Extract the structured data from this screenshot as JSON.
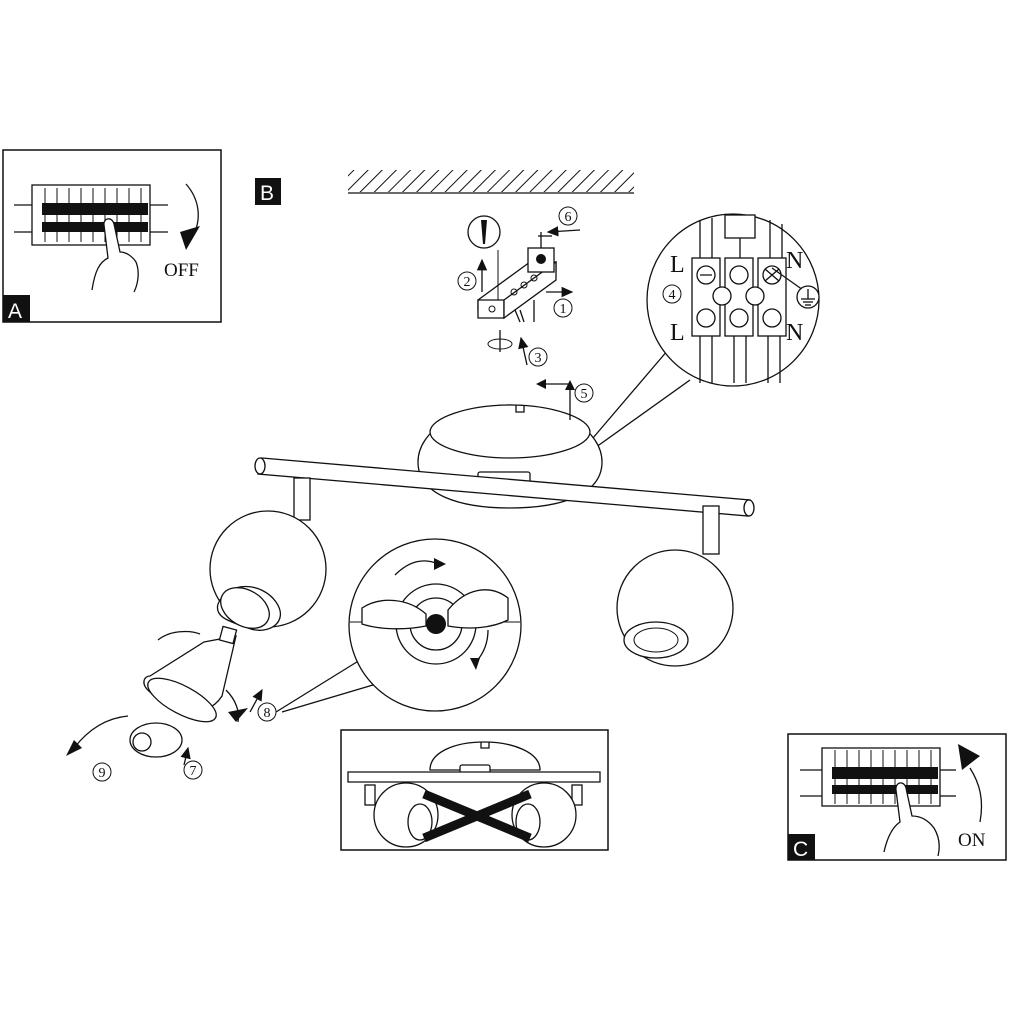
{
  "panels": {
    "a": {
      "badge": "A",
      "switch_label": "OFF"
    },
    "b": {
      "badge": "B"
    },
    "c": {
      "badge": "C",
      "switch_label": "ON"
    }
  },
  "steps": [
    "1",
    "2",
    "3",
    "4",
    "5",
    "6",
    "7",
    "8",
    "9"
  ],
  "terminal_labels": {
    "top_left": "L",
    "top_right": "N",
    "bottom_left": "L",
    "bottom_right": "N"
  },
  "icons": [
    "breaker-panel-icon",
    "hand-icon",
    "rotation-arrow-icon",
    "ground-symbol-icon",
    "screw-icon",
    "bulb-icon",
    "wrong-cross-icon"
  ]
}
